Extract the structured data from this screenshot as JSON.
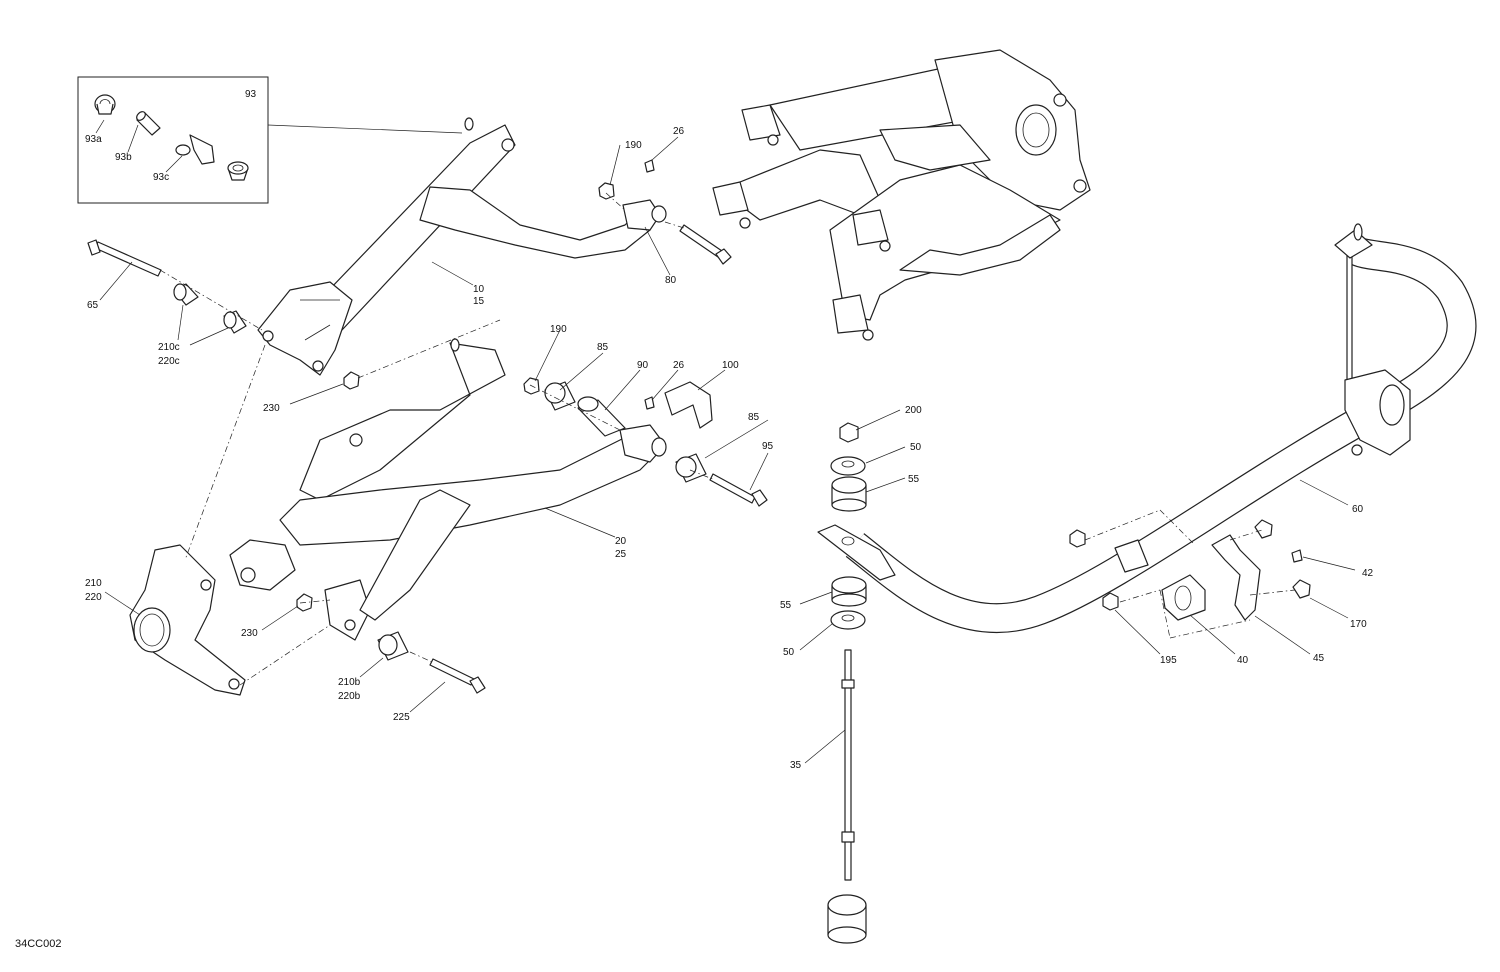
{
  "drawing_id": "34CC002",
  "inset_box_label": "93",
  "callouts": [
    {
      "id": "93a",
      "text": "93a"
    },
    {
      "id": "93b",
      "text": "93b"
    },
    {
      "id": "93c",
      "text": "93c"
    },
    {
      "id": "190a",
      "text": "190"
    },
    {
      "id": "26a",
      "text": "26"
    },
    {
      "id": "10",
      "text": "10"
    },
    {
      "id": "15",
      "text": "15"
    },
    {
      "id": "80",
      "text": "80"
    },
    {
      "id": "65",
      "text": "65"
    },
    {
      "id": "210c",
      "text": "210c"
    },
    {
      "id": "220c",
      "text": "220c"
    },
    {
      "id": "230a",
      "text": "230"
    },
    {
      "id": "190b",
      "text": "190"
    },
    {
      "id": "85a",
      "text": "85"
    },
    {
      "id": "90",
      "text": "90"
    },
    {
      "id": "26b",
      "text": "26"
    },
    {
      "id": "100",
      "text": "100"
    },
    {
      "id": "85b",
      "text": "85"
    },
    {
      "id": "95",
      "text": "95"
    },
    {
      "id": "20",
      "text": "20"
    },
    {
      "id": "25",
      "text": "25"
    },
    {
      "id": "210",
      "text": "210"
    },
    {
      "id": "220",
      "text": "220"
    },
    {
      "id": "230b",
      "text": "230"
    },
    {
      "id": "210b",
      "text": "210b"
    },
    {
      "id": "220b",
      "text": "220b"
    },
    {
      "id": "225",
      "text": "225"
    },
    {
      "id": "200",
      "text": "200"
    },
    {
      "id": "50a",
      "text": "50"
    },
    {
      "id": "55a",
      "text": "55"
    },
    {
      "id": "55b",
      "text": "55"
    },
    {
      "id": "50b",
      "text": "50"
    },
    {
      "id": "35",
      "text": "35"
    },
    {
      "id": "60",
      "text": "60"
    },
    {
      "id": "42",
      "text": "42"
    },
    {
      "id": "170",
      "text": "170"
    },
    {
      "id": "195",
      "text": "195"
    },
    {
      "id": "40",
      "text": "40"
    },
    {
      "id": "45",
      "text": "45"
    }
  ]
}
